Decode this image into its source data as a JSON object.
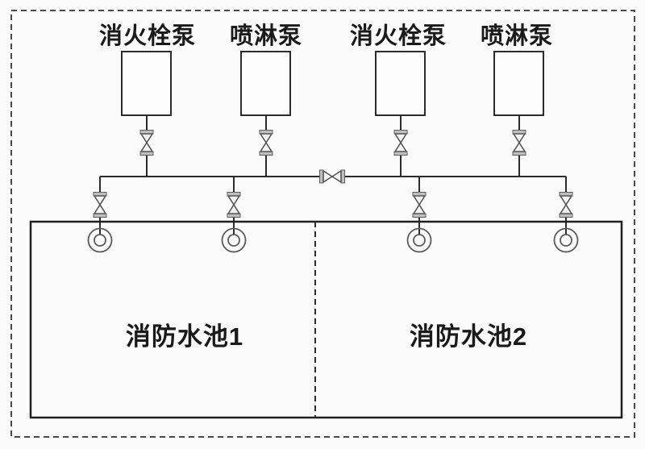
{
  "diagram": {
    "pump_labels": [
      "消火栓泵",
      "喷淋泵",
      "消火栓泵",
      "喷淋泵"
    ],
    "tank_labels": [
      "消防水池1",
      "消防水池2"
    ],
    "colors": {
      "line": "#2c2c2c",
      "tank_outline": "#1f1f1f",
      "dashed_boundary": "#4a4a4a",
      "valve_flange_fill": "#bfbfbf",
      "valve_body_fill": "#f2f2f2",
      "background": "#fbfbfb"
    },
    "icons": {
      "valve": "gate-valve-icon",
      "suction_point": "suction-inlet-icon"
    }
  }
}
